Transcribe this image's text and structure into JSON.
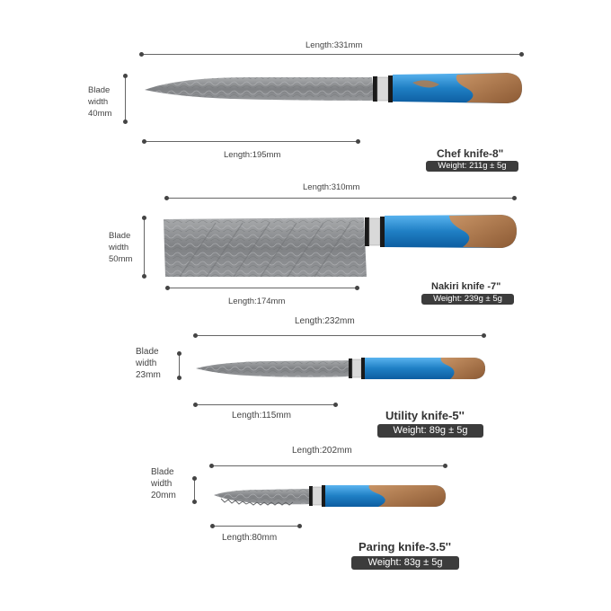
{
  "knives": [
    {
      "name": "Chef knife-8\"",
      "weight": "Weight: 211g ± 5g",
      "total_length": "Length:331mm",
      "blade_length": "Length:195mm",
      "blade_width": [
        "Blade",
        "width",
        "40mm"
      ]
    },
    {
      "name": "Nakiri knife -7\"",
      "weight": "Weight: 239g ± 5g",
      "total_length": "Length:310mm",
      "blade_length": "Length:174mm",
      "blade_width": [
        "Blade",
        "width",
        "50mm"
      ]
    },
    {
      "name": "Utility knife-5''",
      "weight": "Weight: 89g ± 5g",
      "total_length": "Length:232mm",
      "blade_length": "Length:115mm",
      "blade_width": [
        "Blade",
        "width",
        "23mm"
      ]
    },
    {
      "name": "Paring knife-3.5''",
      "weight": "Weight: 83g ± 5g",
      "total_length": "Length:202mm",
      "blade_length": "Length:80mm",
      "blade_width": [
        "Blade",
        "width",
        "20mm"
      ]
    }
  ],
  "colors": {
    "blade": "#8d8f92",
    "resin_blue": "#1f7fc4",
    "wood": "#b98456",
    "badge": "#3c3c3c"
  }
}
